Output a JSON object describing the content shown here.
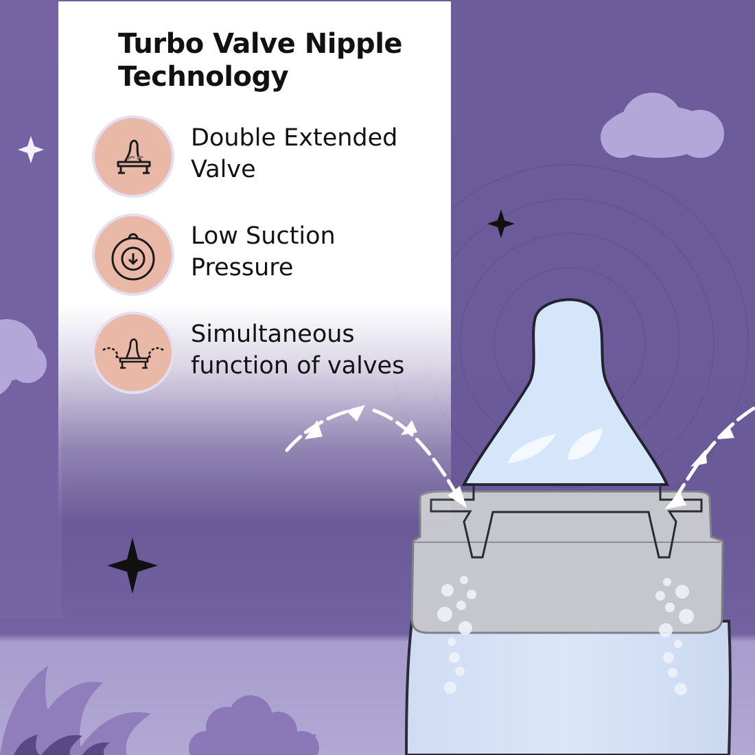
{
  "panel": {
    "title": "Turbo Valve Nipple Technology",
    "features": [
      {
        "label": "Double Extended Valve",
        "icon": "nipple-valve-icon"
      },
      {
        "label": "Low Suction Pressure",
        "icon": "suction-pressure-gauge-icon"
      },
      {
        "label": "Simultaneous function of valves",
        "icon": "nipple-airflow-icon"
      }
    ]
  },
  "colors": {
    "background": "#6b5a9a",
    "card": "#ffffff",
    "icon_circle": "#eab8a7",
    "cloud": "#b3a6d8",
    "bottle": "#d9e4f6",
    "collar": "#c6c7cc",
    "text": "#121212"
  },
  "scene": {
    "icons": [
      "sparkle-icon",
      "cloud-icon",
      "leaf-icon",
      "arrow-icon",
      "bubble-icon"
    ]
  }
}
